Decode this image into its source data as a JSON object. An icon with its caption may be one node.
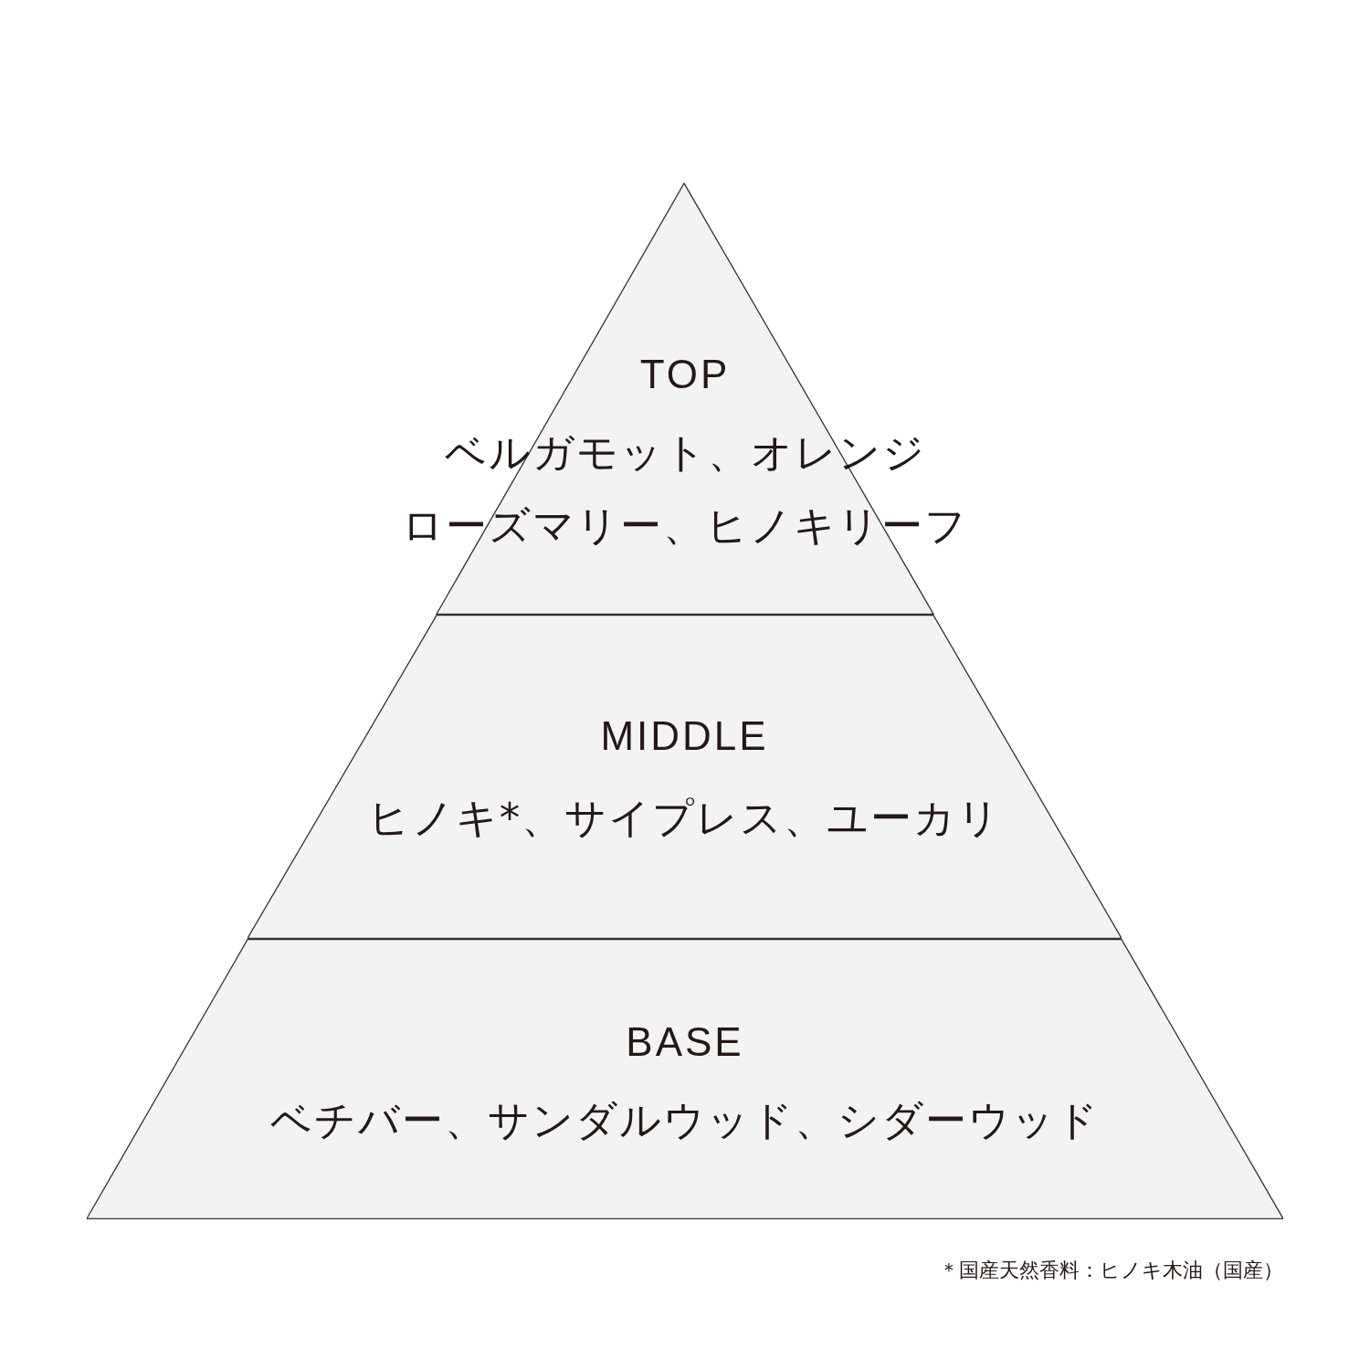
{
  "diagram": {
    "nodes": [
      {
        "text": [
          "TOP",
          "ベルガモット、オレンジ",
          "ローズマリー、ヒノキリーフ"
        ]
      },
      {
        "text": [
          "MIDDLE",
          "ヒノキ*、サイプレス、ユーカリ"
        ]
      },
      {
        "text": [
          "BASE",
          "ベチバー、サンダルウッド、シダーウッド"
        ]
      }
    ],
    "labels": [
      "＊国産天然香料：ヒノキ木油（国産）"
    ]
  }
}
